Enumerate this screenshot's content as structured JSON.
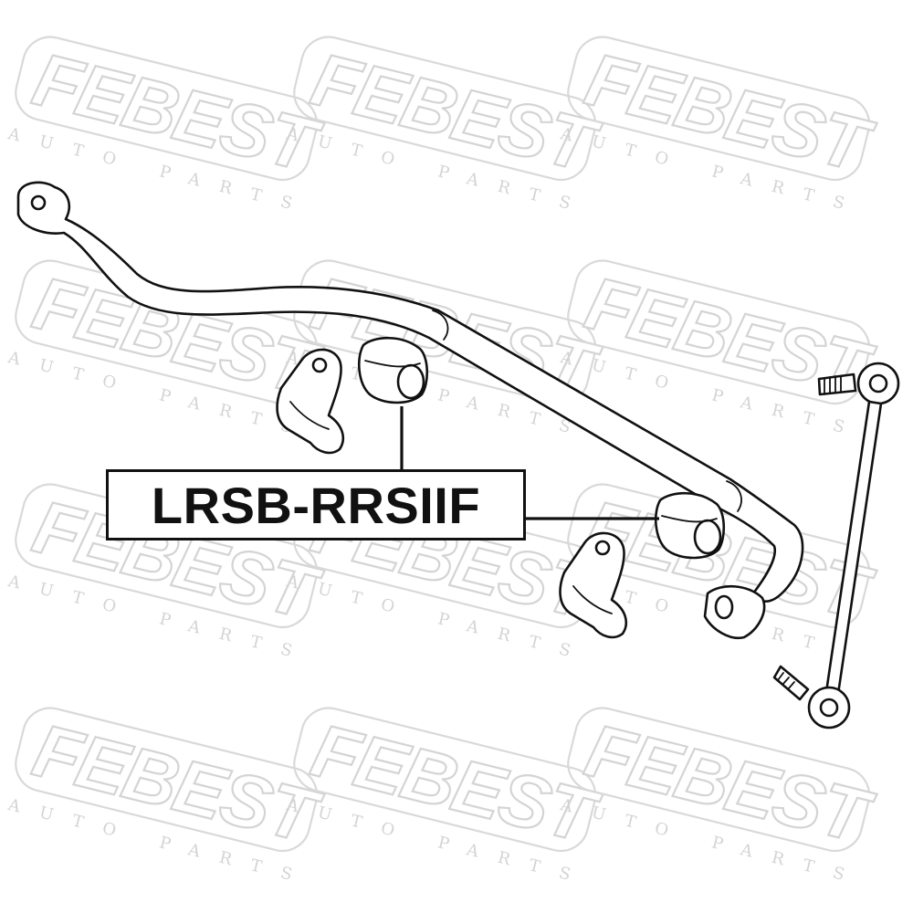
{
  "part_number": "LRSB-RRSIIF",
  "watermark": {
    "brand": "FEBEST",
    "tagline": "AUTO PARTS",
    "color": "#d4d4d4"
  },
  "colors": {
    "line": "#111111",
    "background": "#ffffff"
  }
}
